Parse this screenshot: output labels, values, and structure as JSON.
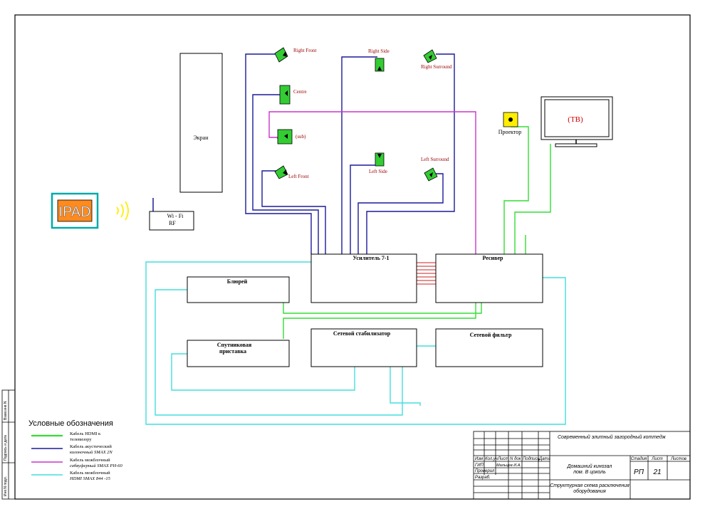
{
  "colors": {
    "hdmi_tv": "#33dd33",
    "speaker": "#1a1a99",
    "subwoofer": "#cc33cc",
    "hdmi": "#44dddd",
    "rca": "#cc2222",
    "speaker_fill": "#33cc33",
    "projector_fill": "#ffee00",
    "ipad_fill": "#ff8a1e",
    "ipad_frame": "#00aaaa"
  },
  "devices": {
    "screen": "Экран",
    "ipad": "IPAD",
    "wifi_line1": "Wi - Fi",
    "wifi_line2": "RF",
    "amplifier": "Усилитель 7-1",
    "receiver": "Ресивер",
    "bluray": "Блюрей",
    "satellite_line1": "Спутниковая",
    "satellite_line2": "приставка",
    "stabilizer": "Сетевой  стабилизатор",
    "filter": "Сетевой фильтр",
    "projector": "Проектор",
    "tv": "(ТВ)"
  },
  "speakers": {
    "right_front": "Right Front",
    "centre": "Centre",
    "sub": "(sub)",
    "left_front": "Left Front",
    "right_side": "Right Side",
    "right_surround": "Right Surround",
    "left_side": "Left Side",
    "left_surround": "Left Surround"
  },
  "legend": {
    "title": "Условные обозначения",
    "items": [
      {
        "line1": "Кабель HDMI к",
        "line2": "телевизору",
        "color_key": "hdmi_tv"
      },
      {
        "line1": "Кабель акустический",
        "line2": "колоночный SMAX 2N",
        "color_key": "speaker"
      },
      {
        "line1": "Кабель межблочный",
        "line2": "сабвуферный SMAX PH-60",
        "color_key": "subwoofer"
      },
      {
        "line1": "Кабель межблочный",
        "line2": "HDMI SMAX 844 -15",
        "color_key": "hdmi"
      }
    ]
  },
  "side_stamp": {
    "cell1": "Взам.инв.N",
    "cell2": "Подпись и дата",
    "cell3": "Инв.N подл."
  },
  "title_block": {
    "project": "Современный элитный загородный коттедж",
    "col_headers": [
      "Изм",
      "Кол.уч",
      "Лист",
      "N док",
      "Подпись",
      "Дата"
    ],
    "rows": [
      {
        "label": "ГИП",
        "name": "Мальцев И.А."
      },
      {
        "label": "Проверил",
        "name": ""
      },
      {
        "label": "Разраб.",
        "name": ""
      }
    ],
    "object_line1": "Домашний кинозал",
    "object_line2": "пом. В цоколь",
    "stage_header": "Стадия",
    "sheet_header": "Лист",
    "sheets_header": "Листов",
    "stage": "РП",
    "sheet": "21",
    "sheets": "",
    "drawing_line1": "Структурная схема расключения",
    "drawing_line2": "оборудования"
  }
}
